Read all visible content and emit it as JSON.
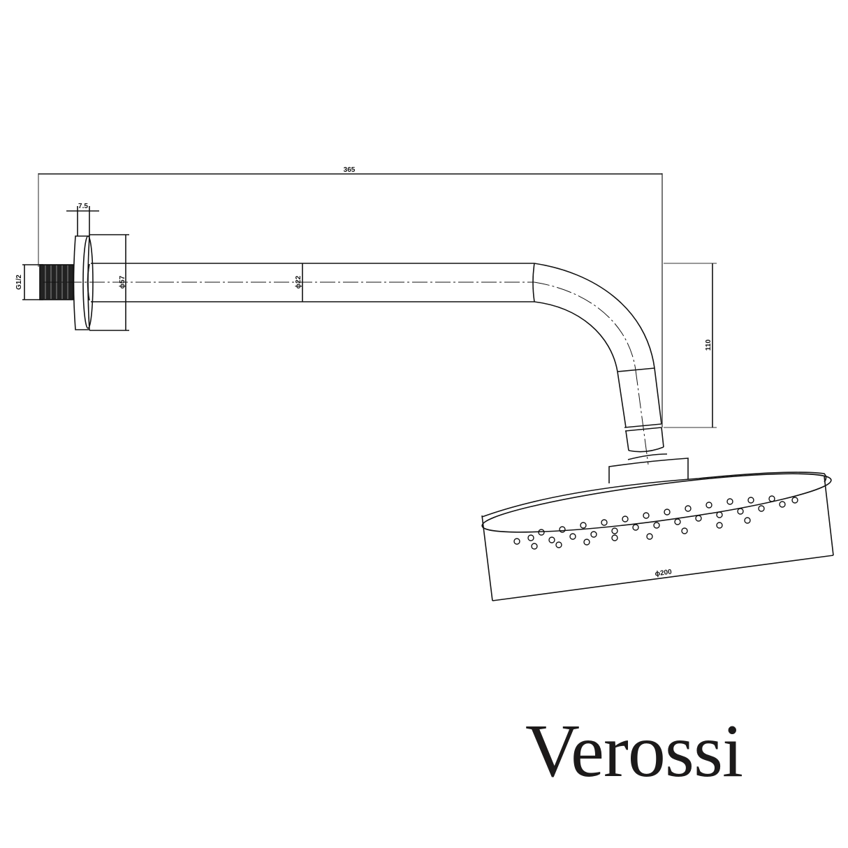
{
  "brand": {
    "name": "Verossi",
    "color": "#1c1a1a"
  },
  "drawing": {
    "subject": "wall-mounted shower arm with round rain shower head",
    "line_color": "#111111",
    "dimensions": {
      "overall_length": "365",
      "drop_height": "110",
      "flange_diameter": "ϕ57",
      "arm_diameter": "ϕ22",
      "head_diameter": "ϕ200",
      "thread": "G1/2",
      "flange_thickness": "7.5"
    }
  }
}
